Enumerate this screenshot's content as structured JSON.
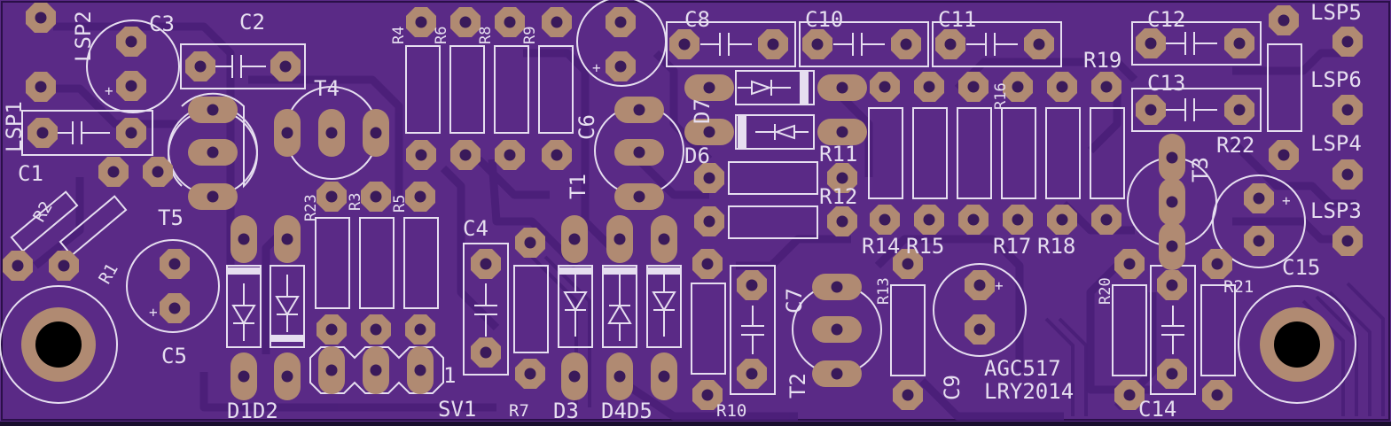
{
  "colors": {
    "substrate": "#5a2a86",
    "copper": "#4a1e78",
    "silk": "#e6def0",
    "pad": "#b08a72",
    "hole": "#000000"
  },
  "board": {
    "designator": "AGC517",
    "credit": "LRY2014"
  },
  "labels": {
    "LSP2": "LSP2",
    "LSP1": "LSP1",
    "LSP5": "LSP5",
    "LSP6": "LSP6",
    "LSP4": "LSP4",
    "LSP3": "LSP3",
    "C1": "C1",
    "C2": "C2",
    "C3": "C3",
    "C4": "C4",
    "C5": "C5",
    "C6": "C6",
    "C7": "C7",
    "C8": "C8",
    "C9": "C9",
    "C10": "C10",
    "C11": "C11",
    "C12": "C12",
    "C13": "C13",
    "C14": "C14",
    "C15": "C15",
    "R1": "R1",
    "R2": "R2",
    "R3": "R3",
    "R4": "R4",
    "R5": "R5",
    "R6": "R6",
    "R7": "R7",
    "R8": "R8",
    "R9": "R9",
    "R10": "R10",
    "R11": "R11",
    "R12": "R12",
    "R13": "R13",
    "R14": "R14",
    "R15": "R15",
    "R16": "R16",
    "R17": "R17",
    "R18": "R18",
    "R19": "R19",
    "R20": "R20",
    "R21": "R21",
    "R22": "R22",
    "R23": "R23",
    "T1": "T1",
    "T2": "T2",
    "T3": "T3",
    "T4": "T4",
    "T5": "T5",
    "D1D2": "D1D2",
    "D3": "D3",
    "D4D5": "D4D5",
    "D6": "D6",
    "D7": "D7",
    "SV1": "SV1",
    "pin1": "1",
    "plus": "+"
  }
}
